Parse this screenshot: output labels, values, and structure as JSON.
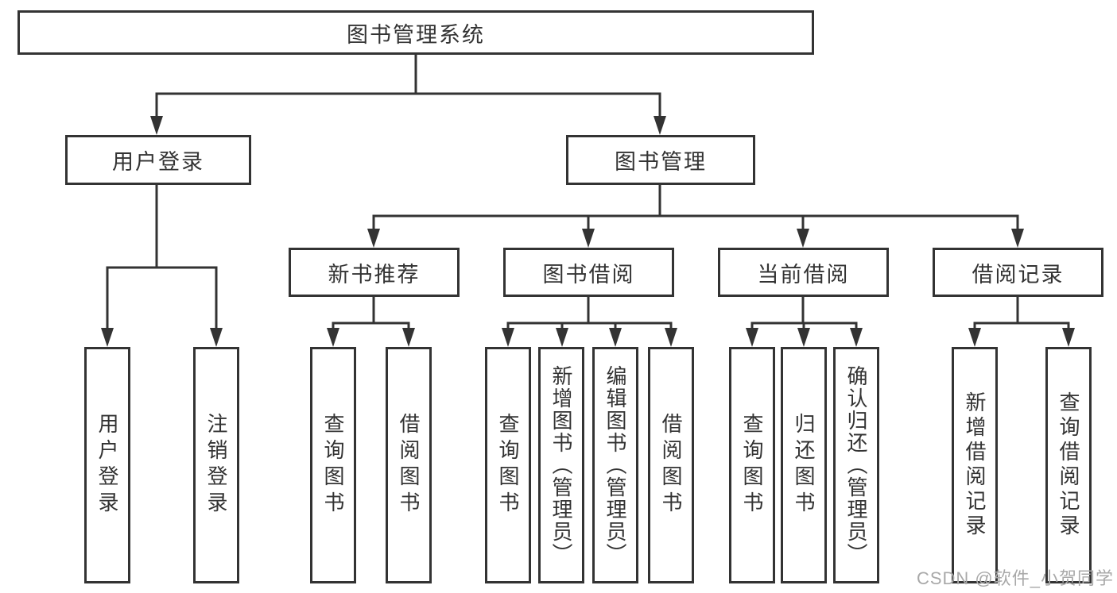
{
  "watermark": {
    "text": "CSDN @软件_小贺同学"
  },
  "colors": {
    "line": "#333333",
    "box_border": "#333333",
    "text": "#333333",
    "watermark": "#a8a8a8",
    "background": "#ffffff"
  },
  "tree": {
    "root": {
      "label": "图书管理系统"
    },
    "children": [
      {
        "label": "用户登录",
        "children": [
          {
            "label": "用户登录"
          },
          {
            "label": "注销登录"
          }
        ]
      },
      {
        "label": "图书管理",
        "children": [
          {
            "label": "新书推荐",
            "children": [
              {
                "label": "查询图书"
              },
              {
                "label": "借阅图书"
              }
            ]
          },
          {
            "label": "图书借阅",
            "children": [
              {
                "label": "查询图书"
              },
              {
                "label": "新增图书（管理员）"
              },
              {
                "label": "编辑图书（管理员）"
              },
              {
                "label": "借阅图书"
              }
            ]
          },
          {
            "label": "当前借阅",
            "children": [
              {
                "label": "查询图书"
              },
              {
                "label": "归还图书"
              },
              {
                "label": "确认归还（管理员）"
              }
            ]
          },
          {
            "label": "借阅记录",
            "children": [
              {
                "label": "新增借阅记录"
              },
              {
                "label": "查询借阅记录"
              }
            ]
          }
        ]
      }
    ]
  }
}
